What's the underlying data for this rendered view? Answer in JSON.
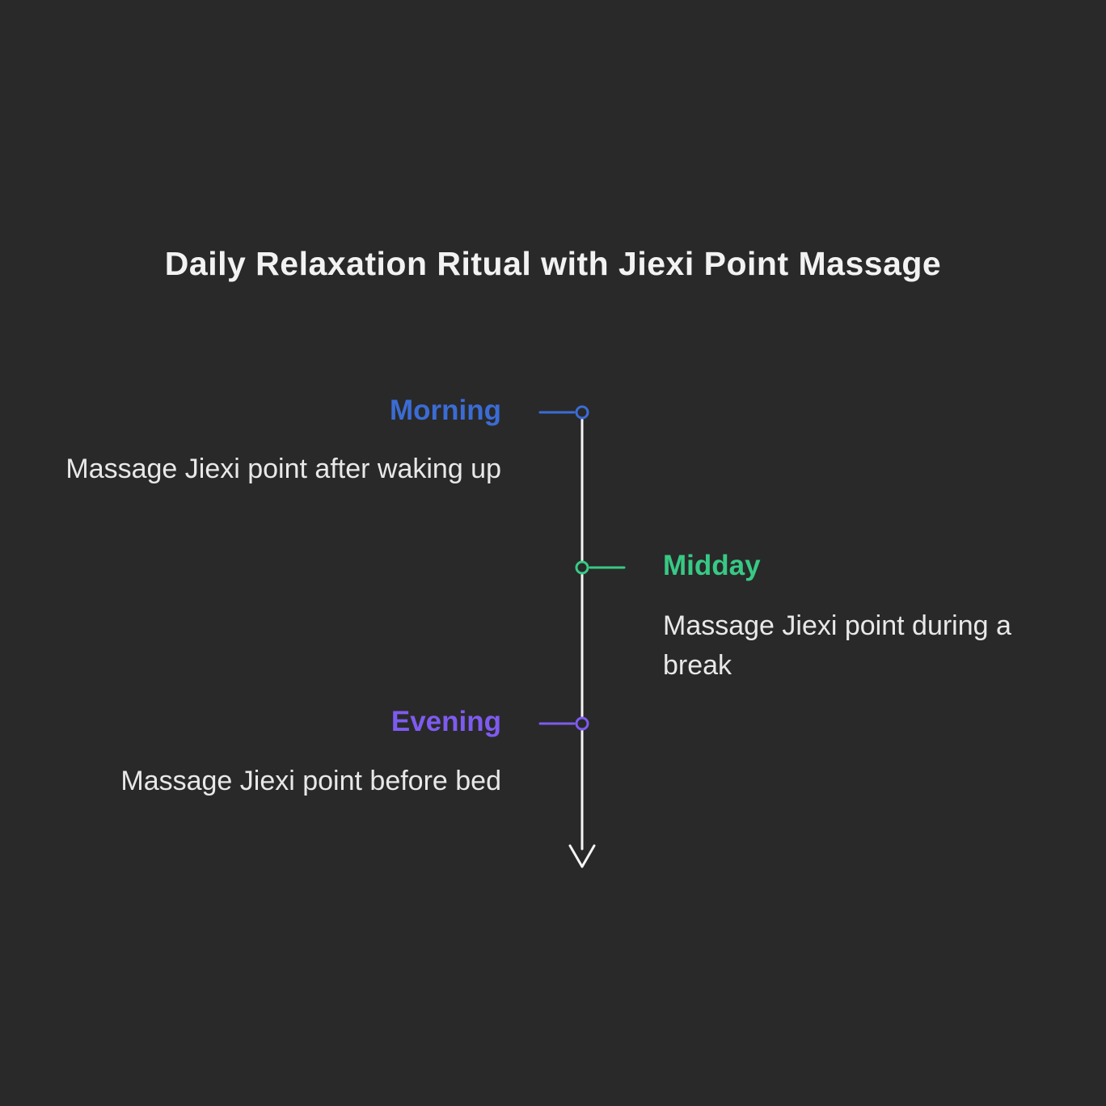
{
  "title": "Daily Relaxation Ritual with Jiexi Point Massage",
  "timeline": {
    "direction": "vertical",
    "events": [
      {
        "label": "Morning",
        "description": "Massage Jiexi point after waking up",
        "side": "left",
        "color": "#3b6cd4"
      },
      {
        "label": "Midday",
        "description": "Massage Jiexi point during a break",
        "side": "right",
        "color": "#38c985"
      },
      {
        "label": "Evening",
        "description": "Massage Jiexi point before bed",
        "side": "left",
        "color": "#7e5bef"
      }
    ]
  },
  "colors": {
    "background": "#292929",
    "text": "#e8e8e8",
    "title": "#f2f2f2",
    "axis": "#f5f5f5",
    "morning": "#3b6cd4",
    "midday": "#38c985",
    "evening": "#7e5bef"
  }
}
